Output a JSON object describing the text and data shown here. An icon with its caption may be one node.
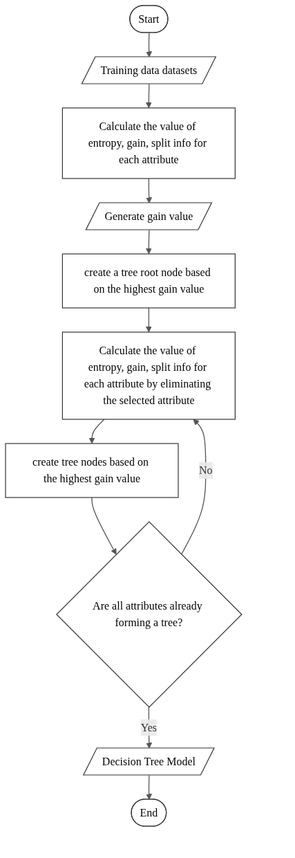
{
  "diagram": {
    "nodes": [
      {
        "text": [
          "Start"
        ]
      },
      {
        "text": [
          "Training data datasets"
        ]
      },
      {
        "text": [
          "Calculate the value of entropy, gain, split info for each attribute"
        ]
      },
      {
        "text": [
          "Generate gain value"
        ]
      },
      {
        "text": [
          "create a tree root node based on the highest gain value"
        ]
      },
      {
        "text": [
          "Calculate the value of entropy, gain, split info for each attribute by eliminating the selected attribute"
        ]
      },
      {
        "text": [
          "create tree nodes based on the highest gain value"
        ]
      },
      {
        "text": [
          "Are all attributes already forming a tree?"
        ]
      },
      {
        "text": [
          "Decision Tree Model"
        ]
      },
      {
        "text": [
          "End"
        ]
      }
    ],
    "edges": [
      {
        "from": 0,
        "to": 1,
        "arrow": "to"
      },
      {
        "from": 1,
        "to": 2,
        "arrow": "to"
      },
      {
        "from": 2,
        "to": 3,
        "arrow": "to"
      },
      {
        "from": 3,
        "to": 4,
        "arrow": "to"
      },
      {
        "from": 4,
        "to": 5,
        "arrow": "to"
      },
      {
        "from": 5,
        "to": 6,
        "arrow": "to"
      },
      {
        "from": 6,
        "to": 7,
        "arrow": "to"
      },
      {
        "from": 7,
        "to": 5,
        "arrow": "to",
        "label": "No"
      },
      {
        "from": 7,
        "to": 8,
        "arrow": "to",
        "label": "Yes"
      },
      {
        "from": 8,
        "to": 9,
        "arrow": "to"
      }
    ]
  }
}
